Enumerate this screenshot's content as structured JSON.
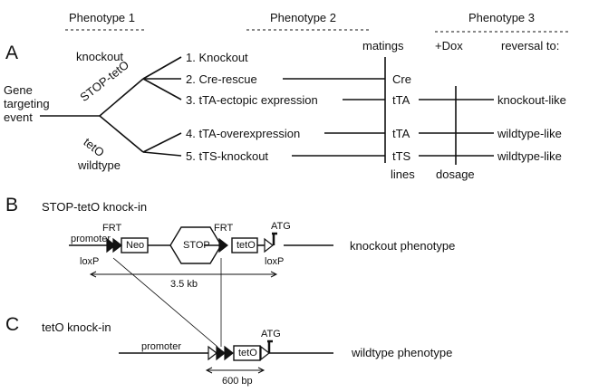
{
  "headers": {
    "phenotype1": "Phenotype 1",
    "phenotype2": "Phenotype 2",
    "phenotype3": "Phenotype 3"
  },
  "panel_a": {
    "letter": "A",
    "gene_line1": "Gene",
    "gene_line2": "targeting",
    "gene_line3": "event",
    "knockout": "knockout",
    "stop_teto": "STOP-tetO",
    "teto": "tetO",
    "wildtype": "wildtype",
    "items": [
      "1. Knockout",
      "2. Cre-rescue",
      "3. tTA-ectopic expression",
      "4. tTA-overexpression",
      "5. tTS-knockout"
    ],
    "matings": "matings",
    "lines": "lines",
    "line_labels": [
      "Cre",
      "tTA",
      "tTA",
      "tTS"
    ],
    "plus_dox": "+Dox",
    "reversal_to": "reversal to:",
    "dosage": "dosage",
    "reversal_items": [
      "knockout-like",
      "wildtype-like",
      "wildtype-like"
    ]
  },
  "panel_b": {
    "letter": "B",
    "title": "STOP-tetO knock-in",
    "promoter": "promoter",
    "frt1": "FRT",
    "frt2": "FRT",
    "loxp1": "loxP",
    "loxp2": "loxP",
    "neo": "Neo",
    "stop": "STOP",
    "teto": "tetO",
    "atg": "ATG",
    "size": "3.5 kb",
    "phenotype": "knockout phenotype"
  },
  "panel_c": {
    "letter": "C",
    "title": "tetO knock-in",
    "promoter": "promoter",
    "teto": "tetO",
    "atg": "ATG",
    "size": "600 bp",
    "phenotype": "wildtype phenotype"
  }
}
